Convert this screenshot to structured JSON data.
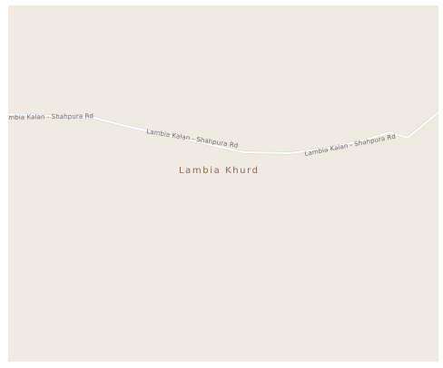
{
  "map": {
    "background_color": "#efebe3",
    "road_color": "#ffffff",
    "road_labels": [
      "Lambia Kalan - Shahpura Rd",
      "Lambia Kalan - Shahpura Rd",
      "Lambia Kalan - Shahpura Rd"
    ],
    "place_label": "Lambia Khurd",
    "place_label_color": "#8a6a55"
  }
}
